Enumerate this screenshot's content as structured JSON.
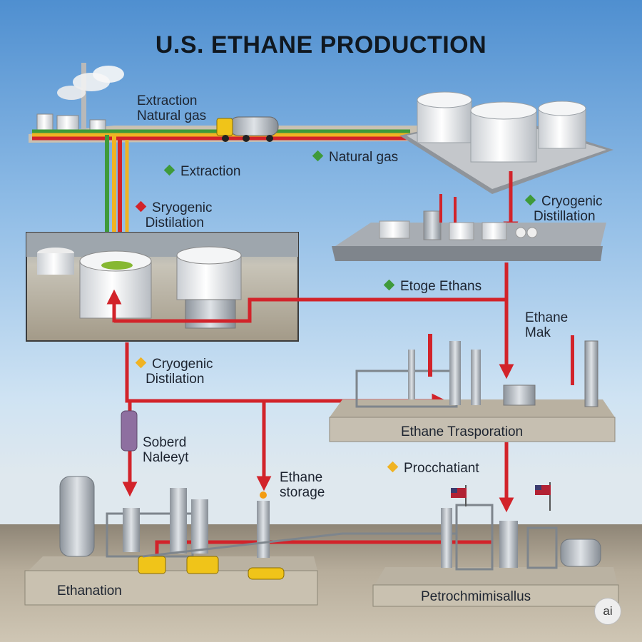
{
  "title": "U.S. ETHANE PRODUCTION",
  "labels": {
    "extraction_natural_gas": [
      "Extraction",
      "Natural gas"
    ],
    "extraction": "Extraction",
    "natural_gas": "Natural gas",
    "sryogenic_distilation": [
      "Sryogenic",
      "Distilation"
    ],
    "cryogenic_distillation_right": [
      "Cryogenic",
      "Distillation"
    ],
    "etoge_ethans": "Etoge Ethans",
    "ethane_mak": [
      "Ethane",
      "Mak"
    ],
    "cryogenic_distilation_left": [
      "Cryogenic",
      "Distilation"
    ],
    "soberd_naleeyt": [
      "Soberd",
      "Naleeyt"
    ],
    "ethane_storage": [
      "Ethane",
      "storage"
    ],
    "ethane_traspration": "Ethane Trasporation",
    "procchatiant": "Procchatiant",
    "ethanation": "Ethanation",
    "petrochmimisallus": "Petrochmimisallus"
  },
  "badge": "ai",
  "colors": {
    "flow_red": "#d2232a",
    "flow_green": "#3f9a3a",
    "flow_yellow": "#f0b323",
    "sky_top": "#4f8fd0",
    "ground": "#b7ad9b"
  },
  "icons": {
    "green_marker": "diamond-green",
    "red_marker": "diamond-red",
    "yellow_marker": "diamond-yellow"
  }
}
